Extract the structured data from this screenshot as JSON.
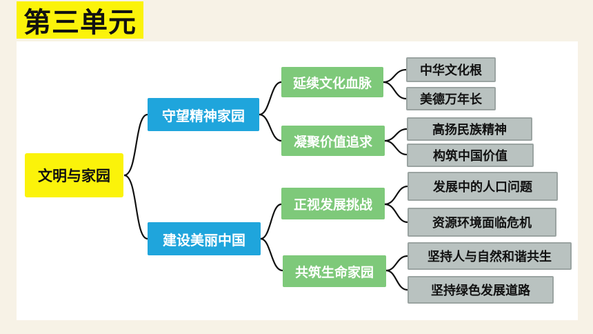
{
  "title": "第三单元",
  "root": "文明与家园",
  "branches": [
    {
      "label": "守望精神家园",
      "children": [
        {
          "label": "延续文化血脉",
          "leaves": [
            "中华文化根",
            "美德万年长"
          ]
        },
        {
          "label": "凝聚价值追求",
          "leaves": [
            "高扬民族精神",
            "构筑中国价值"
          ]
        }
      ]
    },
    {
      "label": "建设美丽中国",
      "children": [
        {
          "label": "正视发展挑战",
          "leaves": [
            "发展中的人口问题",
            "资源环境面临危机"
          ]
        },
        {
          "label": "共筑生命家园",
          "leaves": [
            "坚持人与自然和谐共生",
            "坚持绿色发展道路"
          ]
        }
      ]
    }
  ],
  "colors": {
    "title_bg": "#fbf30a",
    "root_bg": "#fbf30a",
    "level1_bg": "#1fa5dc",
    "level2_bg": "#7ec97a",
    "level3_bg": "#b9c2c0",
    "line": "#111111"
  }
}
